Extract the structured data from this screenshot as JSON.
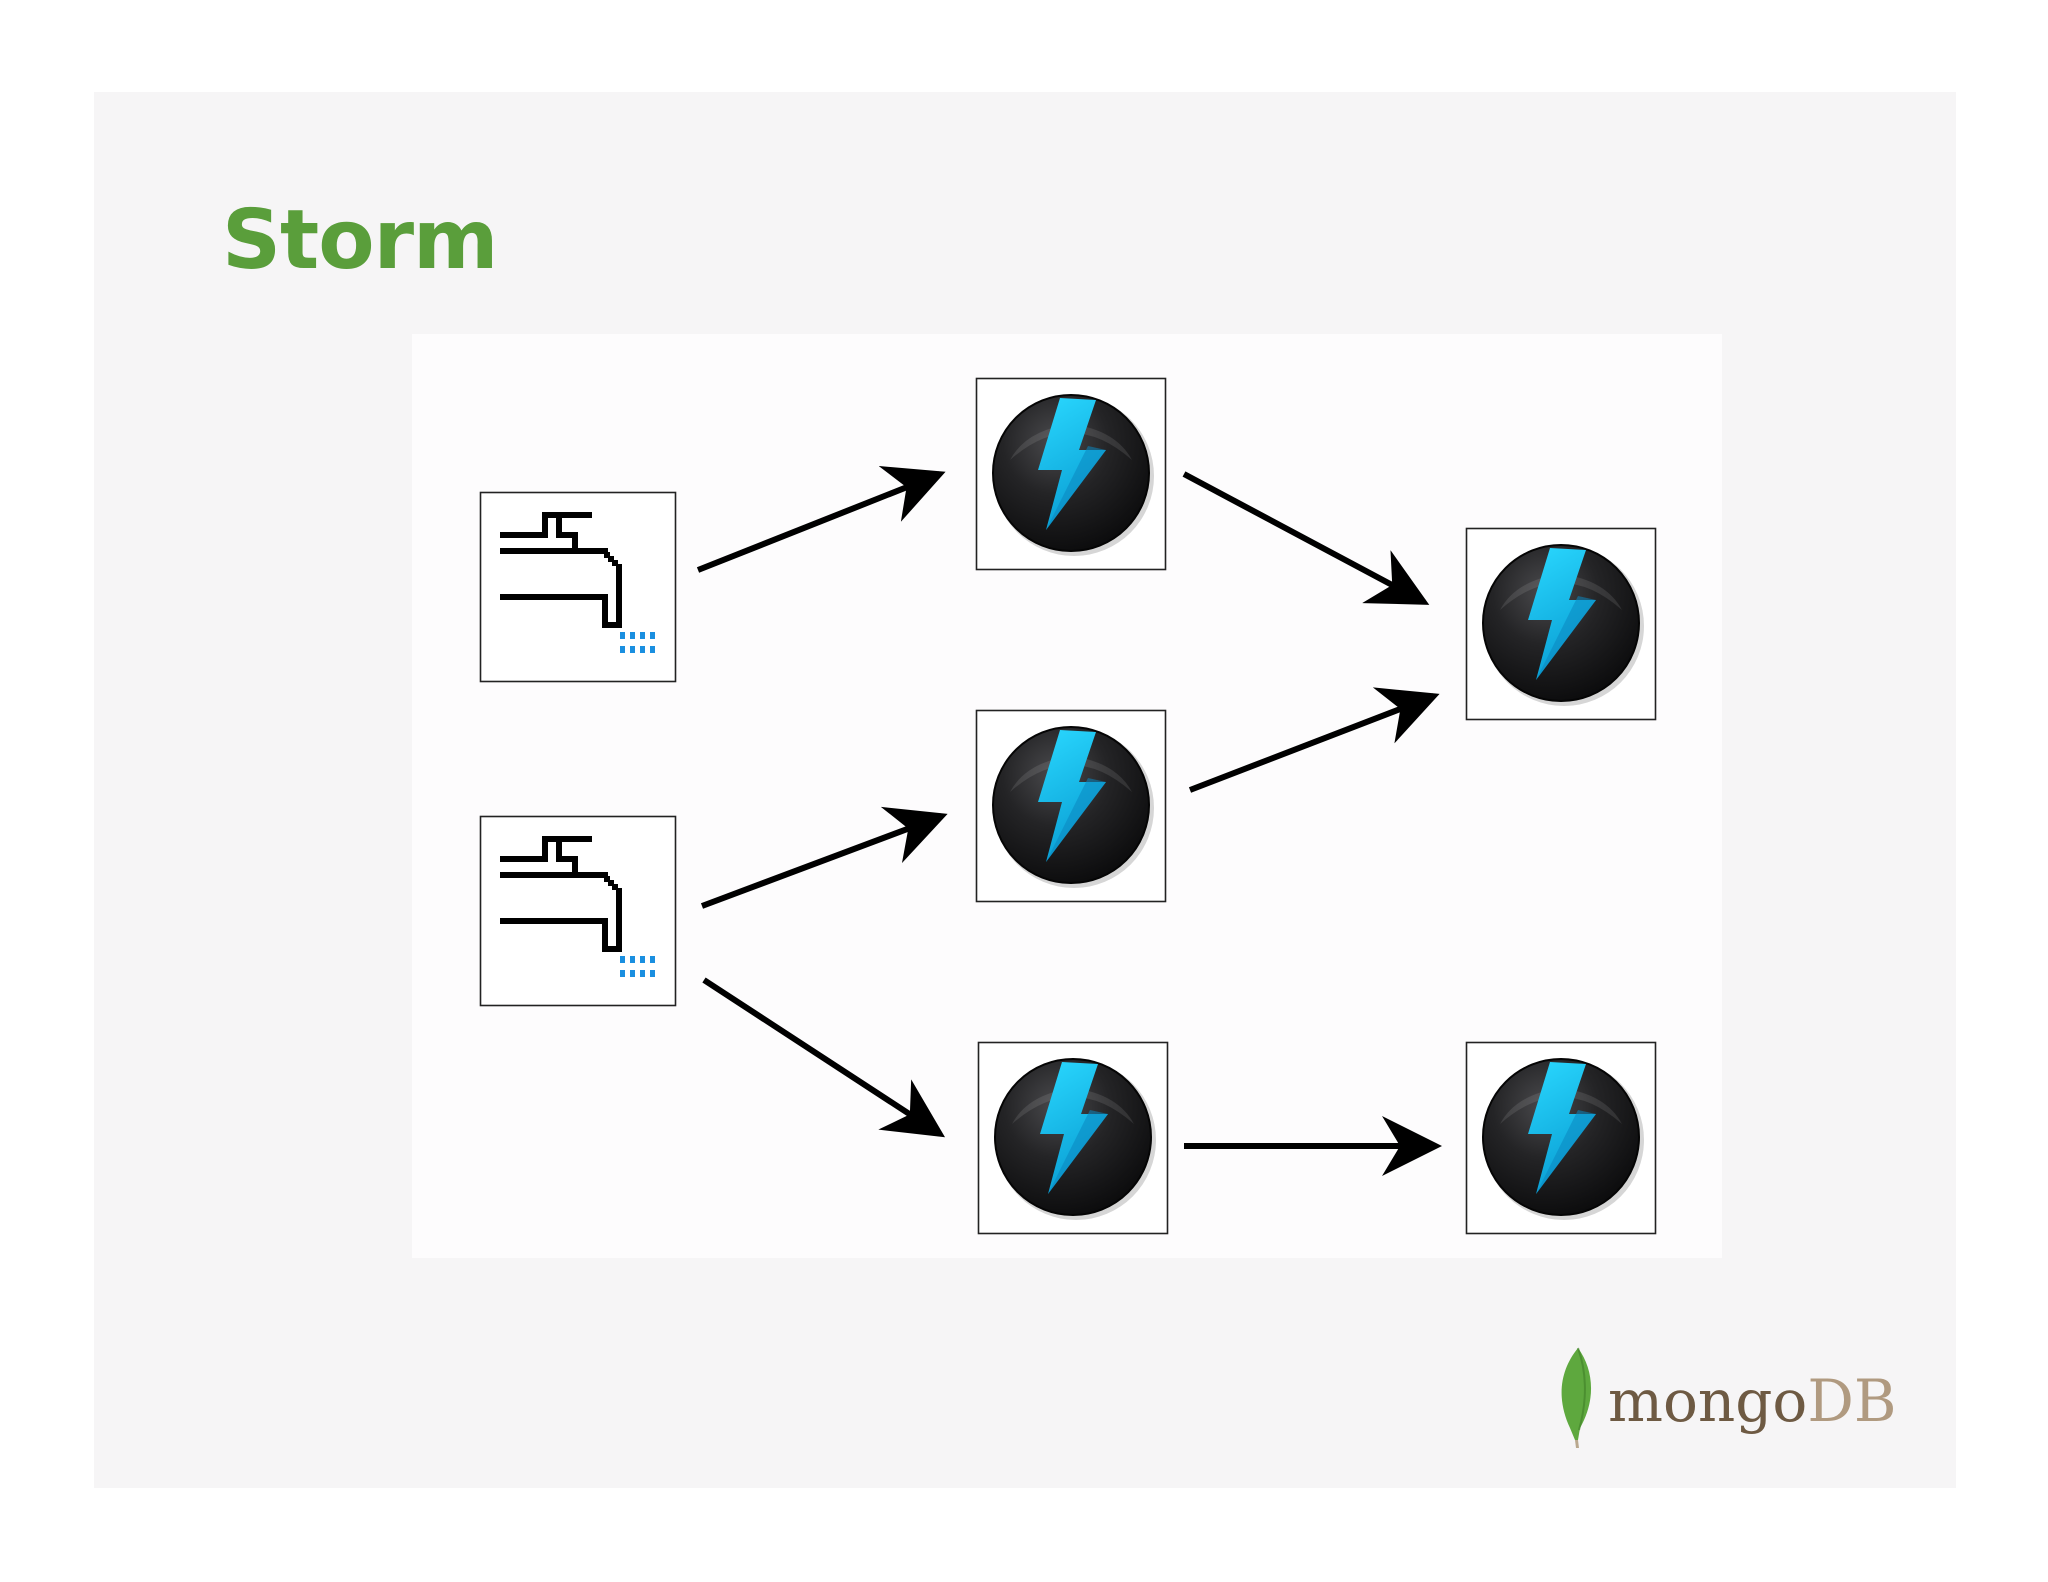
{
  "slide": {
    "title": "Storm"
  },
  "diagram": {
    "nodes": [
      {
        "id": "spout-1",
        "kind": "spout",
        "icon": "faucet-icon"
      },
      {
        "id": "spout-2",
        "kind": "spout",
        "icon": "faucet-icon"
      },
      {
        "id": "bolt-1",
        "kind": "bolt",
        "icon": "lightning-bolt-icon"
      },
      {
        "id": "bolt-2",
        "kind": "bolt",
        "icon": "lightning-bolt-icon"
      },
      {
        "id": "bolt-3",
        "kind": "bolt",
        "icon": "lightning-bolt-icon"
      },
      {
        "id": "bolt-4",
        "kind": "bolt",
        "icon": "lightning-bolt-icon"
      },
      {
        "id": "bolt-5",
        "kind": "bolt",
        "icon": "lightning-bolt-icon"
      }
    ],
    "edges": [
      {
        "from": "spout-1",
        "to": "bolt-1"
      },
      {
        "from": "spout-2",
        "to": "bolt-2"
      },
      {
        "from": "spout-2",
        "to": "bolt-3"
      },
      {
        "from": "bolt-1",
        "to": "bolt-4"
      },
      {
        "from": "bolt-2",
        "to": "bolt-4"
      },
      {
        "from": "bolt-3",
        "to": "bolt-5"
      }
    ],
    "colors": {
      "bolt_disc": "#1c1c1e",
      "bolt_glyph": "#14c4ee",
      "arrow": "#000000",
      "faucet_water": "#1a8fe0"
    }
  },
  "logo": {
    "wordmark_main": "mongo",
    "wordmark_suffix": "DB",
    "icon": "leaf-icon",
    "colors": {
      "leaf": "#5ea83e",
      "mongo": "#6e5a43",
      "db": "#b09a80"
    }
  }
}
